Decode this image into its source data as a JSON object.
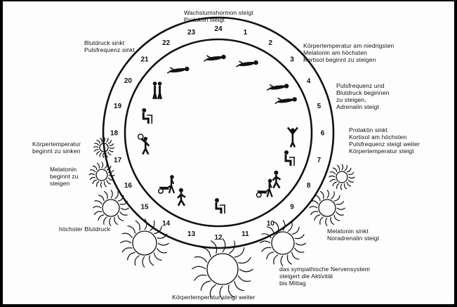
{
  "clock": {
    "hours": [
      "24",
      "1",
      "2",
      "3",
      "4",
      "5",
      "6",
      "7",
      "8",
      "9",
      "10",
      "11",
      "12",
      "13",
      "14",
      "15",
      "16",
      "17",
      "18",
      "19",
      "20",
      "21",
      "22",
      "23"
    ],
    "activities": [
      {
        "hour": 1.5,
        "name": "sleeping-lying-figure"
      },
      {
        "hour": 3.5,
        "name": "sleeping-lying-figure"
      },
      {
        "hour": 4.3,
        "name": "sleeping-curled-figure"
      },
      {
        "hour": 6.2,
        "name": "waking-stretching-figure"
      },
      {
        "hour": 7.4,
        "name": "seated-breakfast-figure"
      },
      {
        "hour": 8.6,
        "name": "walking-with-bag-figure"
      },
      {
        "hour": 9.4,
        "name": "pushing-wheelbarrow-figure"
      },
      {
        "hour": 12.0,
        "name": "working-at-desk-figure"
      },
      {
        "hour": 14.0,
        "name": "walking-figure"
      },
      {
        "hour": 14.9,
        "name": "pushing-wheelbarrow-figure"
      },
      {
        "hour": 17.4,
        "name": "playing-sport-figure"
      },
      {
        "hour": 18.8,
        "name": "seated-dinner-figure"
      },
      {
        "hour": 20.3,
        "name": "couple-figure"
      },
      {
        "hour": 21.8,
        "name": "sleeping-lying-figure"
      },
      {
        "hour": 23.8,
        "name": "sleeping-lying-figure"
      }
    ]
  },
  "annotations": {
    "top": "Wachstumshormon steigt\nProlaktin steigt",
    "top_left": "Blutdruck sinkt\nPulsfrequenz sinkt",
    "right_1": "Körpertemperatur am niedrigsten\nMelatonin am höchsten\nKortisol beginnt zu steigen",
    "right_2": "Pulsfrequenz und\nBlutdruck beginnen\nzu steigen,\nAdrenalin steigt",
    "right_3": "Prolaktin sinkt\nKortisol am höchsten\nPulsfrequenz steigt weiter\nKörpertemperatur steigt",
    "left_1": "Körpertemperatur\nbeginnt zu sinken",
    "left_2": "Melatonin\nbeginnt zu\nsteigen",
    "left_3": "höchster Blutdruck",
    "bottom_right_1": "Melatonin sinkt\nNoradrenalin steigt",
    "bottom_right_2": "das sympathische Nervensystem\nsteigert die Aktivität\nbis Mittag",
    "bottom": "Körpertemperatur steigt weiter"
  },
  "suns": [
    "sun-icon",
    "sun-icon",
    "sun-icon",
    "sun-icon",
    "sun-icon",
    "sun-icon",
    "sun-icon",
    "sun-icon"
  ]
}
